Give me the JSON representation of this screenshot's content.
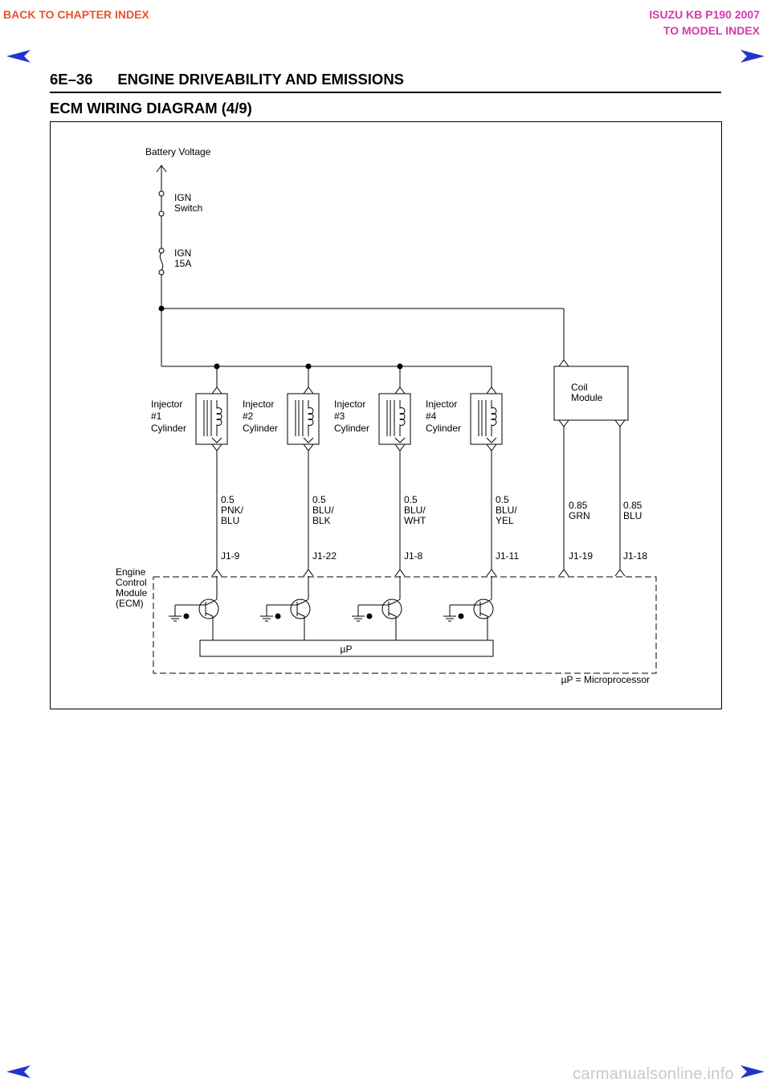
{
  "nav": {
    "back_chapter": "BACK TO CHAPTER INDEX",
    "model_title": "ISUZU KB P190 2007",
    "model_index": "TO MODEL INDEX",
    "arrow_color": "#2233cc",
    "back_color": "#e8542c",
    "model_color": "#d63aa8"
  },
  "header": {
    "page_title": "6E–36      ENGINE DRIVEABILITY AND EMISSIONS",
    "section_title": "ECM WIRING DIAGRAM (4/9)"
  },
  "diagram": {
    "battery_label": "Battery Voltage",
    "ign_switch": [
      "IGN",
      "Switch"
    ],
    "ign_fuse": [
      "IGN",
      "15A"
    ],
    "injectors": [
      {
        "label": [
          "Injector",
          "#1",
          "Cylinder"
        ],
        "wire": [
          "0.5",
          "PNK/",
          "BLU"
        ],
        "pin": "J1-9"
      },
      {
        "label": [
          "Injector",
          "#2",
          "Cylinder"
        ],
        "wire": [
          "0.5",
          "BLU/",
          "BLK"
        ],
        "pin": "J1-22"
      },
      {
        "label": [
          "Injector",
          "#3",
          "Cylinder"
        ],
        "wire": [
          "0.5",
          "BLU/",
          "WHT"
        ],
        "pin": "J1-8"
      },
      {
        "label": [
          "Injector",
          "#4",
          "Cylinder"
        ],
        "wire": [
          "0.5",
          "BLU/",
          "YEL"
        ],
        "pin": "J1-11"
      }
    ],
    "coil_module": [
      "Coil",
      "Module"
    ],
    "coil_wires": [
      {
        "wire": [
          "0.85",
          "GRN"
        ],
        "pin": "J1-19"
      },
      {
        "wire": [
          "0.85",
          "BLU"
        ],
        "pin": "J1-18"
      }
    ],
    "ecm_label": [
      "Engine",
      "Control",
      "Module",
      "(ECM)"
    ],
    "microprocessor": "µP",
    "micro_note": "µP = Microprocessor"
  },
  "footer": {
    "site": "carmanualsonline.info"
  }
}
